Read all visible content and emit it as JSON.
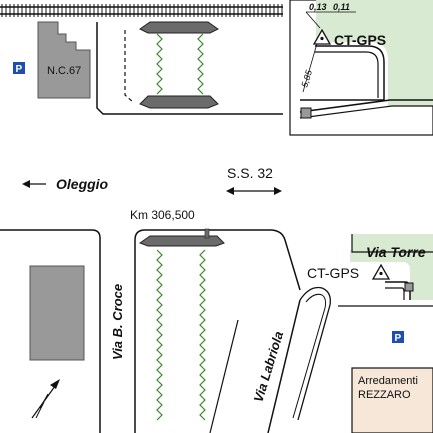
{
  "map": {
    "colors": {
      "building": "#999999",
      "green_area": "#d9ead3",
      "vegetation": "#3a8a2a",
      "parking": "#1f4fae",
      "road_line": "#111111",
      "bridge": "#6b6b6b"
    },
    "top_left_inset": {
      "building_label": "N.C.67",
      "parking_label": "P"
    },
    "top_right_inset": {
      "station_label": "CT-GPS",
      "dimension_a": "0,13",
      "dimension_b": "0,11",
      "dimension_c": "5,85"
    },
    "directions": {
      "oleggio_label": "Oleggio",
      "ss32_label": "S.S. 32"
    },
    "main": {
      "km_label": "Km 306,500",
      "via_b_croce": "Via B. Croce",
      "via_labriola": "Via Labriola",
      "via_torre": "Via Torre",
      "station_label": "CT-GPS",
      "parking_label": "P",
      "shop_line1": "Arredamenti",
      "shop_line2": "REZZARO"
    },
    "icons": [
      "north-arrow-icon",
      "parking-icon",
      "triangulation-point-icon",
      "left-arrow-icon",
      "double-arrow-icon"
    ]
  }
}
